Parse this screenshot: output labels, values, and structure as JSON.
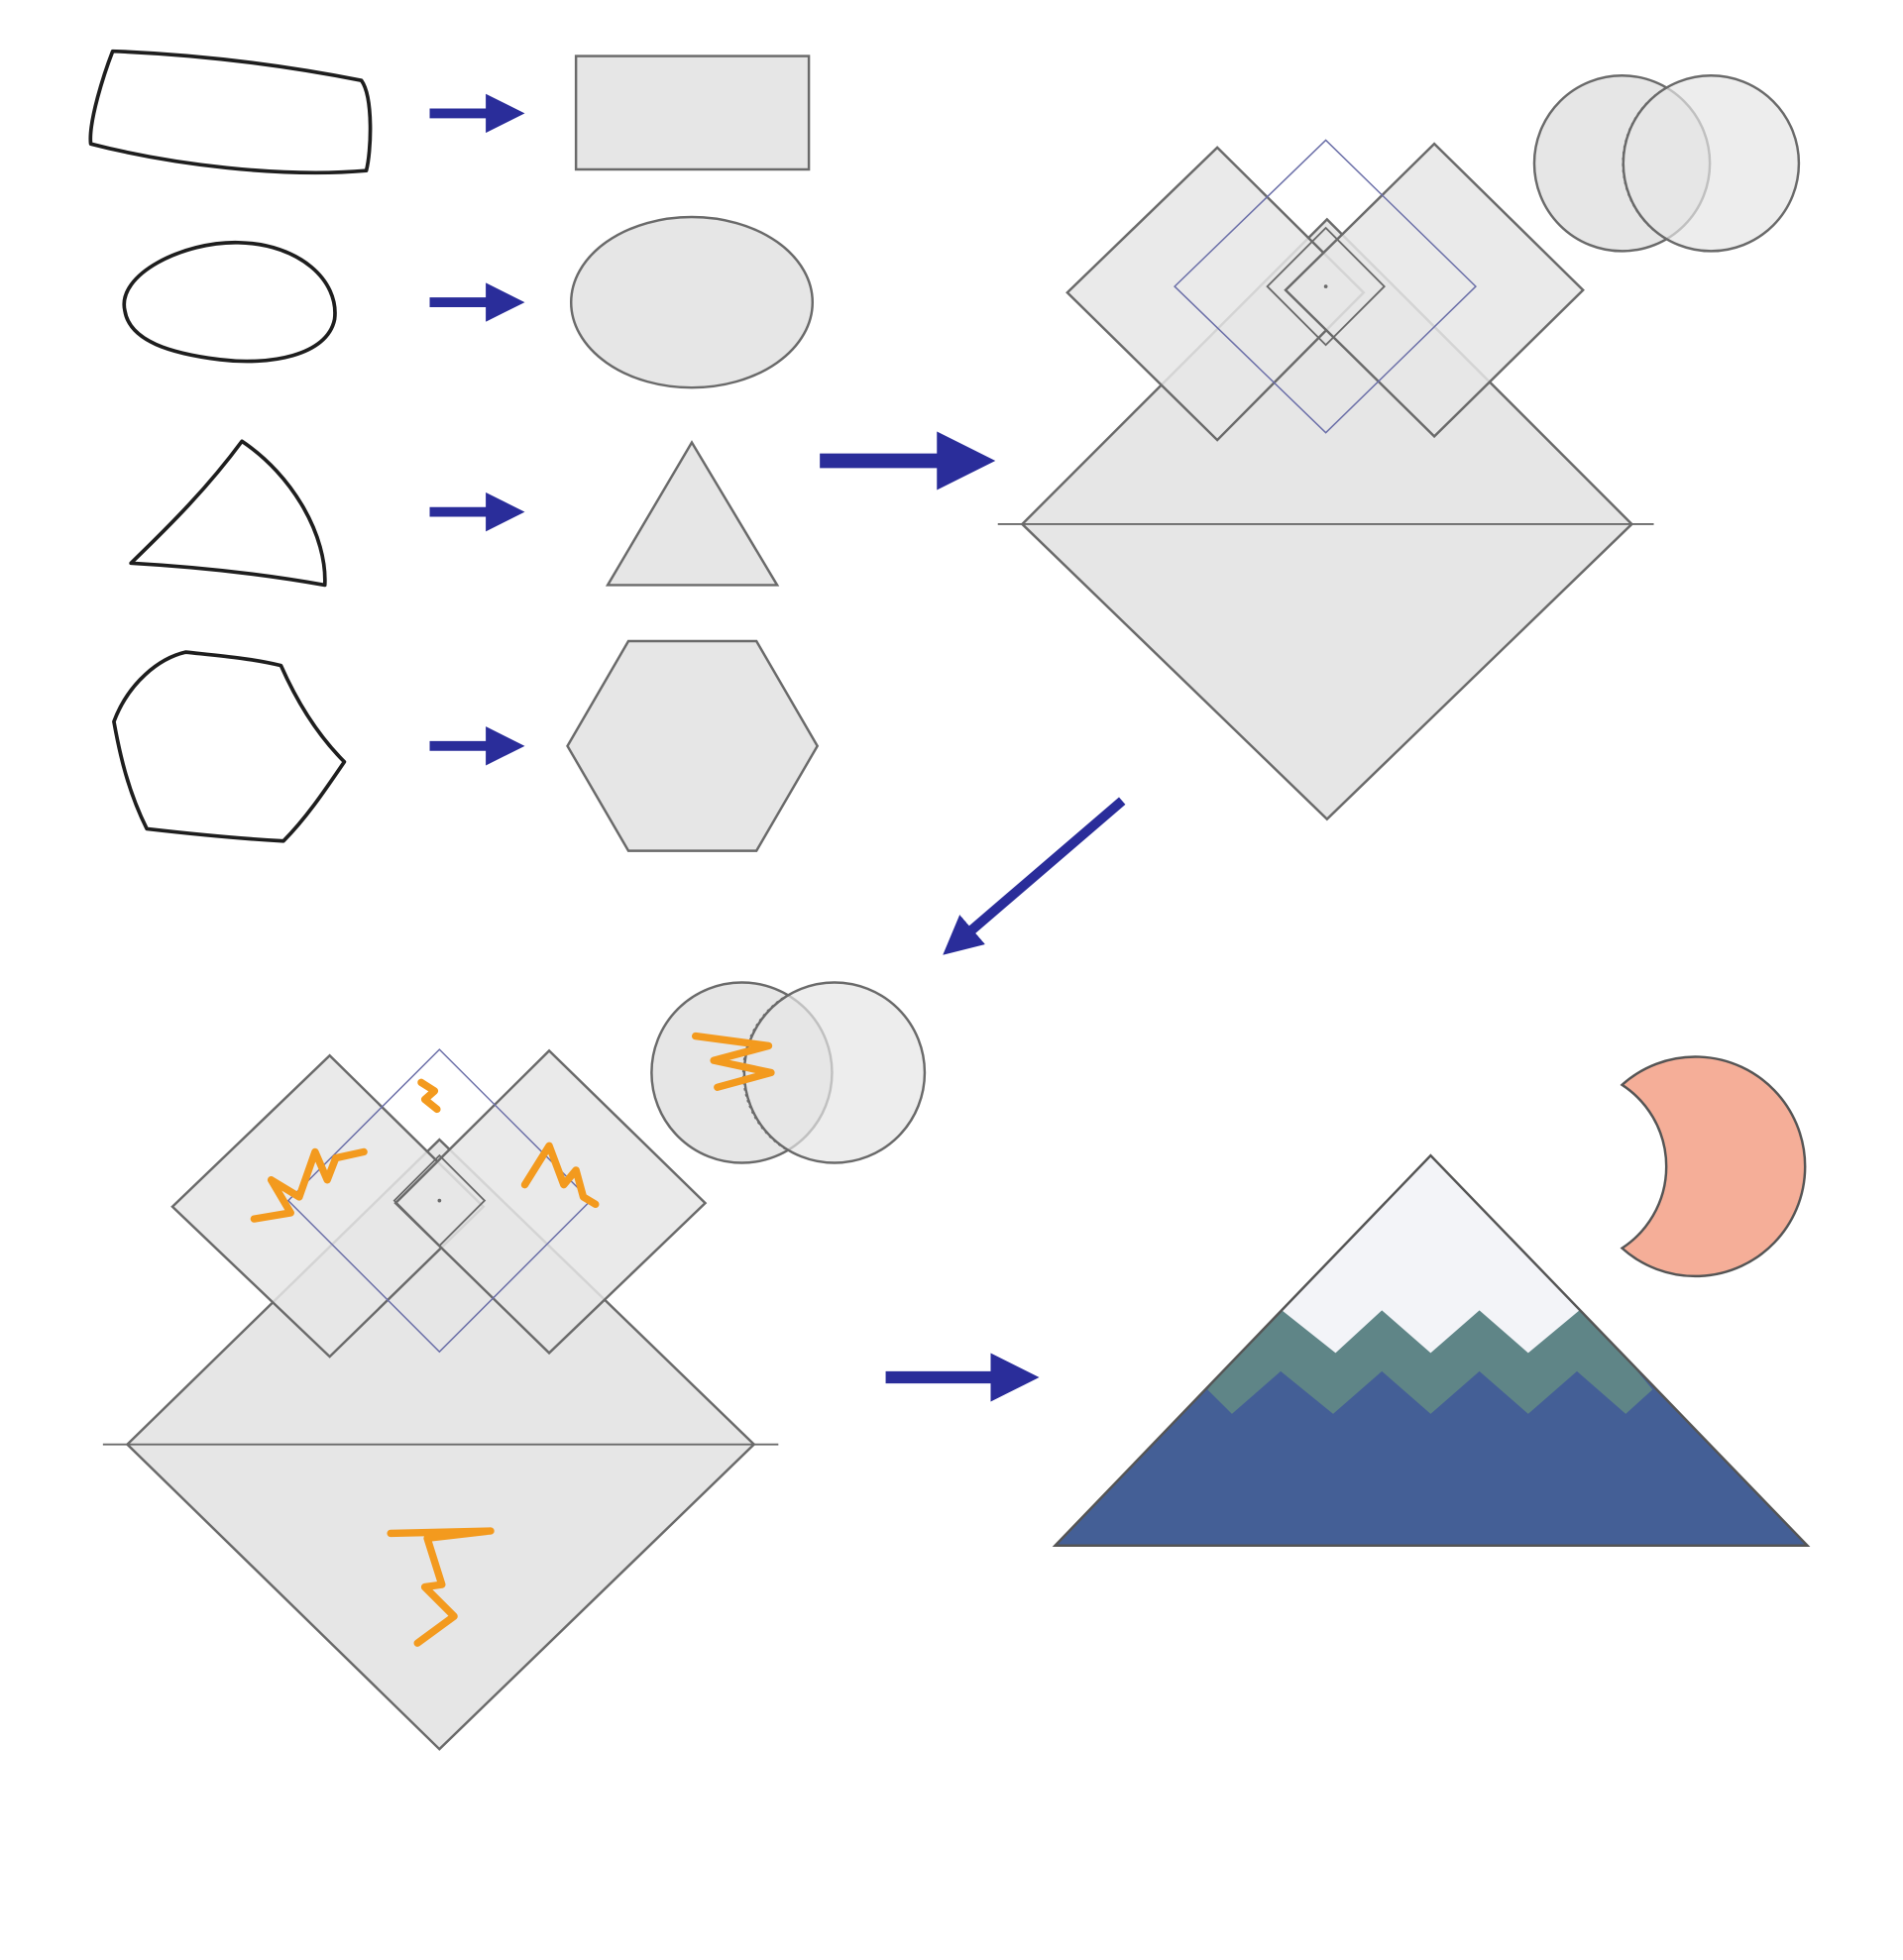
{
  "colors": {
    "arrow": "#2a2d9a",
    "shape_fill": "#e6e6e6",
    "shape_stroke": "#6a6a6a",
    "sketch_stroke": "#1e1e1e",
    "squiggle": "#f39a1e",
    "mountain_base": "#445f96",
    "mountain_band": "#5f8587",
    "snow": "#f3f4f8",
    "moon": "#f5ae98"
  },
  "stages": [
    "sketch-to-shape",
    "shape-composition",
    "annotated-composition",
    "final-illustration"
  ]
}
